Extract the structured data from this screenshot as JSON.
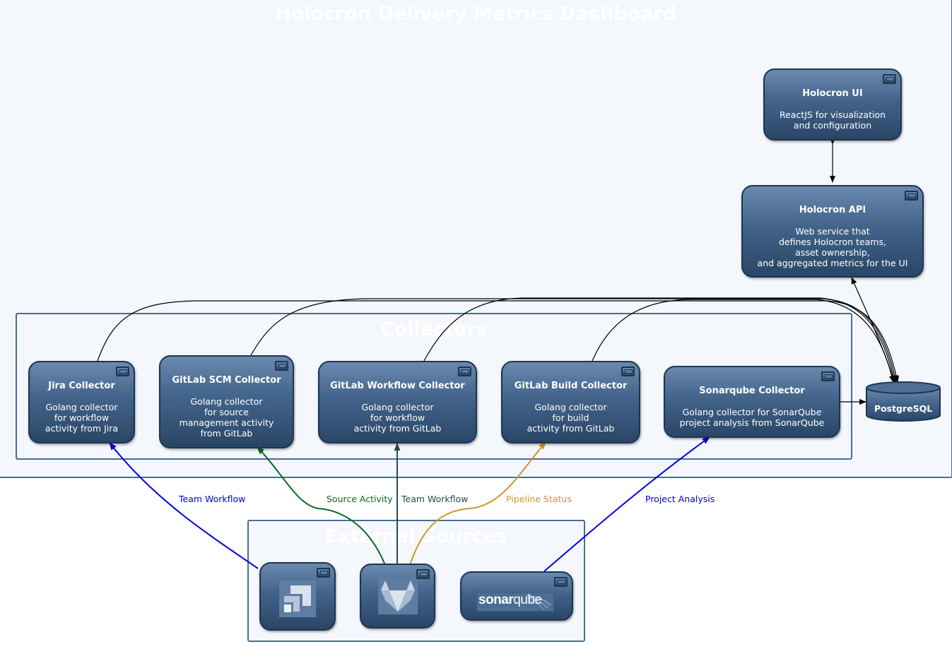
{
  "clusters": {
    "dashboard": "Holocron Delivery Metrics Dashboard",
    "collectors": "Collectors",
    "external": "External Sources"
  },
  "nodes": {
    "ui": {
      "title": "Holocron UI",
      "desc": "ReactJS for visualization\nand configuration"
    },
    "api": {
      "title": "Holocron API",
      "desc": "Web service that\ndefines Holocron teams,\nasset ownership,\nand aggregated metrics for the UI"
    },
    "jira_collector": {
      "title": "Jira Collector",
      "desc": "Golang collector\nfor workflow\nactivity from Jira"
    },
    "gitlab_scm_collector": {
      "title": "GitLab SCM Collector",
      "desc": "Golang collector\nfor source\nmanagement activity\nfrom GitLab"
    },
    "gitlab_workflow_collector": {
      "title": "GitLab Workflow Collector",
      "desc": "Golang collector\nfor workflow\nactivity from GitLab"
    },
    "gitlab_build_collector": {
      "title": "GitLab Build Collector",
      "desc": "Golang collector\nfor build\nactivity from GitLab"
    },
    "sonarqube_collector": {
      "title": "Sonarqube Collector",
      "desc": "Golang collector for SonarQube\nproject analysis from SonarQube"
    },
    "postgres": {
      "title": "PostgreSQL"
    }
  },
  "external": {
    "jira_icon": "jira-logo-icon",
    "gitlab_icon": "gitlab-logo-icon",
    "sonarqube_logo": {
      "sonar": "sonar",
      "qube": "qube"
    }
  },
  "edges": {
    "team_workflow_jira": {
      "label": "Team Workflow",
      "color": "#0000dd"
    },
    "source_activity": {
      "label": "Source Activity",
      "color": "#0a6a1e"
    },
    "team_workflow_gitlab": {
      "label": "Team Workflow",
      "color": "#2a4a46"
    },
    "pipeline_status": {
      "label": "Pipeline Status",
      "color": "#d4952a"
    },
    "project_analysis": {
      "label": "Project Analysis",
      "color": "#0000dd"
    }
  }
}
